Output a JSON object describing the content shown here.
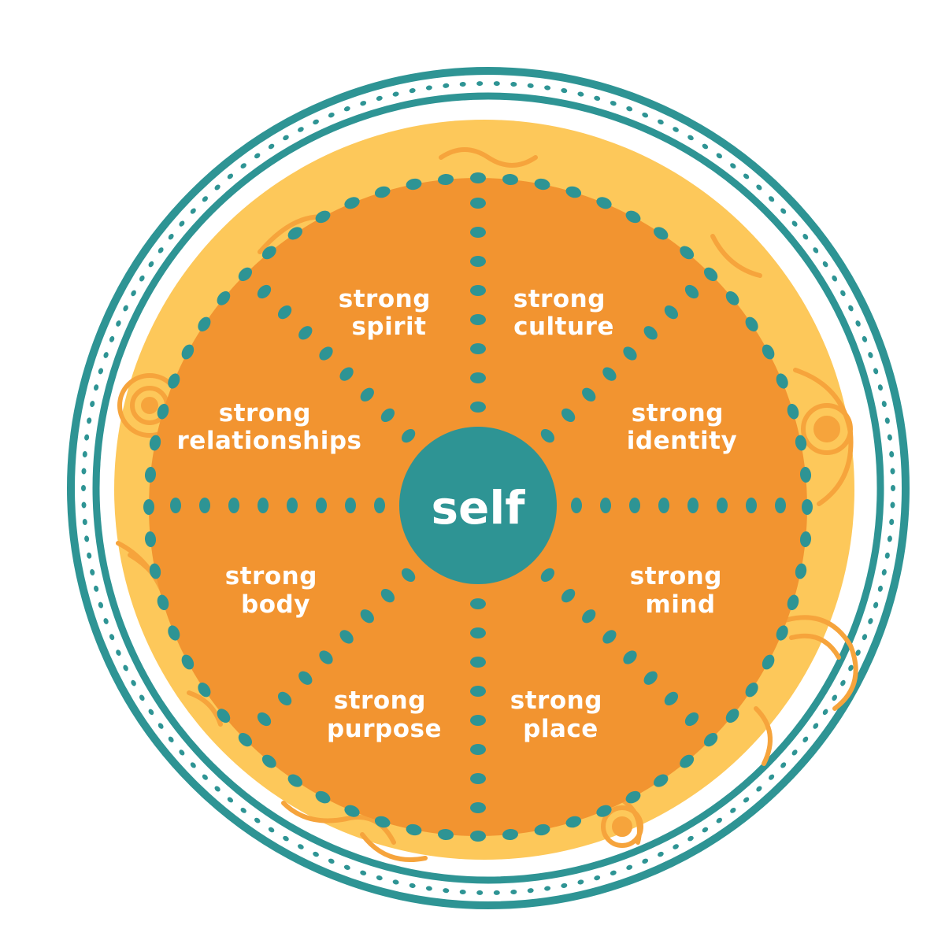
{
  "center": {
    "label": "self"
  },
  "segments": [
    {
      "line1": "strong",
      "line2": "spirit"
    },
    {
      "line1": "strong",
      "line2": "culture"
    },
    {
      "line1": "strong",
      "line2": "identity"
    },
    {
      "line1": "strong",
      "line2": "mind"
    },
    {
      "line1": "strong",
      "line2": "place"
    },
    {
      "line1": "strong",
      "line2": "purpose"
    },
    {
      "line1": "strong",
      "line2": "body"
    },
    {
      "line1": "strong",
      "line2": "relationships"
    }
  ],
  "colors": {
    "teal": "#2e9494",
    "orange": "#f29430",
    "yellow": "#fdc85a",
    "pattern": "#f6a43c",
    "white": "#ffffff"
  }
}
